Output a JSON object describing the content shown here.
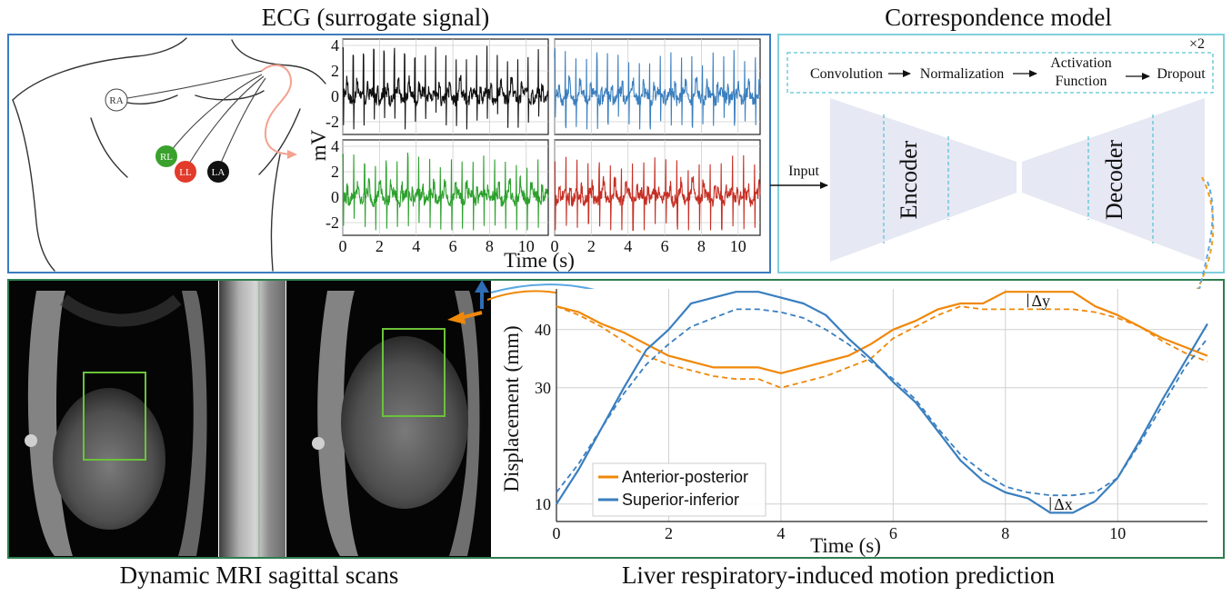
{
  "titles": {
    "ecg": "ECG (surrogate signal)",
    "model": "Correspondence model",
    "mri": "Dynamic MRI sagittal scans",
    "motion": "Liver respiratory-induced motion prediction"
  },
  "electrodes": [
    "RA",
    "RL",
    "LL",
    "LA"
  ],
  "ecg": {
    "ylabel": "mV",
    "xlabel": "Time (s)",
    "y_ticks": [
      "4",
      "2",
      "0",
      "-2"
    ],
    "x_ticks": [
      "0",
      "2",
      "4",
      "6",
      "8",
      "10"
    ],
    "colors": [
      "#111111",
      "#3a7fbf",
      "#2ca02c",
      "#c62f24"
    ]
  },
  "model": {
    "repeat": "×2",
    "pipeline": [
      "Convolution",
      "Normalization",
      "Activation Function",
      "Dropout"
    ],
    "input": "Input",
    "encoder": "Encoder",
    "decoder": "Decoder"
  },
  "chart_data": {
    "type": "line",
    "xlabel": "Time (s)",
    "ylabel": "Displacement (mm)",
    "xlim": [
      0,
      11.6
    ],
    "ylim": [
      7,
      47
    ],
    "x_ticks": [
      0,
      2,
      4,
      6,
      8,
      10
    ],
    "y_ticks": [
      10,
      30,
      40
    ],
    "grid": true,
    "legend_position": "bottom-left",
    "annotations": [
      "Δy",
      "Δx"
    ],
    "series": [
      {
        "name": "Anterior-posterior",
        "color": "#f0880a",
        "style": "solid",
        "x": [
          0,
          0.4,
          0.8,
          1.2,
          1.6,
          2.0,
          2.4,
          2.8,
          3.2,
          3.6,
          4.0,
          4.4,
          4.8,
          5.2,
          5.6,
          6.0,
          6.4,
          6.8,
          7.2,
          7.6,
          8.0,
          8.4,
          8.8,
          9.2,
          9.6,
          10.0,
          10.4,
          10.8,
          11.2,
          11.6
        ],
        "y": [
          44.0,
          43.0,
          41.0,
          39.5,
          37.5,
          35.5,
          34.5,
          33.5,
          33.5,
          33.5,
          32.5,
          33.5,
          34.5,
          35.5,
          37.5,
          40.0,
          41.5,
          43.5,
          44.5,
          44.5,
          46.5,
          46.5,
          46.5,
          46.5,
          44.0,
          42.5,
          40.5,
          38.5,
          37.0,
          35.5
        ]
      },
      {
        "name": "Superior-inferior",
        "color": "#3a7fbf",
        "style": "solid",
        "x": [
          0,
          0.4,
          0.8,
          1.2,
          1.6,
          2.0,
          2.4,
          2.8,
          3.2,
          3.6,
          4.0,
          4.4,
          4.8,
          5.2,
          5.6,
          6.0,
          6.4,
          6.8,
          7.2,
          7.6,
          8.0,
          8.4,
          8.8,
          9.2,
          9.6,
          10.0,
          10.4,
          10.8,
          11.2,
          11.6
        ],
        "y": [
          10.0,
          16.0,
          23.0,
          30.0,
          36.5,
          40.0,
          44.5,
          45.5,
          46.5,
          46.5,
          45.5,
          44.5,
          42.5,
          38.5,
          35.0,
          31.0,
          27.5,
          22.5,
          17.5,
          14.0,
          12.0,
          11.0,
          8.5,
          8.5,
          10.5,
          14.5,
          21.0,
          28.0,
          34.5,
          41.0
        ]
      },
      {
        "name": "",
        "color": "#f0880a",
        "style": "dashed",
        "x": [
          0,
          0.4,
          0.8,
          1.2,
          1.6,
          2.0,
          2.4,
          2.8,
          3.2,
          3.6,
          4.0,
          4.4,
          4.8,
          5.2,
          5.6,
          6.0,
          6.4,
          6.8,
          7.2,
          7.6,
          8.0,
          8.4,
          8.8,
          9.2,
          9.6,
          10.0,
          10.4,
          10.8,
          11.2,
          11.6
        ],
        "y": [
          44.0,
          42.5,
          40.5,
          38.0,
          35.5,
          34.0,
          33.0,
          32.0,
          31.5,
          31.5,
          30.0,
          31.0,
          32.0,
          33.5,
          35.0,
          38.5,
          40.5,
          42.5,
          44.0,
          43.5,
          43.5,
          43.5,
          43.5,
          43.5,
          43.0,
          42.0,
          40.5,
          38.0,
          36.0,
          34.5
        ]
      },
      {
        "name": "",
        "color": "#3a7fbf",
        "style": "dashed",
        "x": [
          0,
          0.4,
          0.8,
          1.2,
          1.6,
          2.0,
          2.4,
          2.8,
          3.2,
          3.6,
          4.0,
          4.4,
          4.8,
          5.2,
          5.6,
          6.0,
          6.4,
          6.8,
          7.2,
          7.6,
          8.0,
          8.4,
          8.8,
          9.2,
          9.6,
          10.0,
          10.4,
          10.8,
          11.2,
          11.6
        ],
        "y": [
          12.0,
          17.0,
          23.0,
          29.0,
          34.0,
          37.5,
          40.5,
          42.0,
          43.5,
          43.5,
          43.0,
          42.0,
          40.0,
          37.5,
          34.5,
          31.5,
          28.0,
          23.0,
          18.5,
          15.5,
          13.0,
          12.0,
          11.5,
          11.5,
          12.0,
          14.5,
          20.5,
          27.0,
          33.5,
          38.5
        ]
      }
    ]
  }
}
